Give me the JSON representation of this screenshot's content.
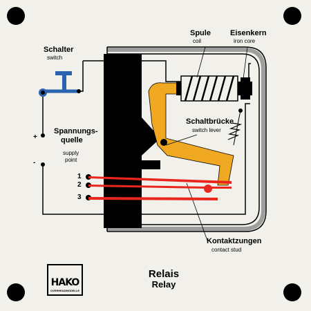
{
  "labels": {
    "schalter": "Schalter",
    "switch": "switch",
    "spule": "Spule",
    "coil": "coil",
    "eisenkern": "Eisenkern",
    "iron_core": "iron core",
    "spannungsquelle_1": "Spannungs-",
    "spannungsquelle_2": "quelle",
    "supply_point_1": "supply",
    "supply_point_2": "point",
    "schaltbruecke": "Schaltbrücke",
    "switch_lever": "switch lever",
    "kontaktzungen": "Kontaktzungen",
    "contact_stud": "contact stud",
    "plus_sign": "+",
    "minus_sign": "-"
  },
  "terminals": [
    "1",
    "2",
    "3"
  ],
  "title": {
    "de": "Relais",
    "en": "Relay"
  },
  "logo": {
    "name": "HAKO",
    "sub": "OVERHEADMODELLE"
  },
  "colors": {
    "background": "#f2f0ea",
    "yoke": "#000000",
    "armature": "#f0a822",
    "contact_springs": "#e8261e",
    "switch": "#2b63b0",
    "frame": "#9e9e9e"
  }
}
